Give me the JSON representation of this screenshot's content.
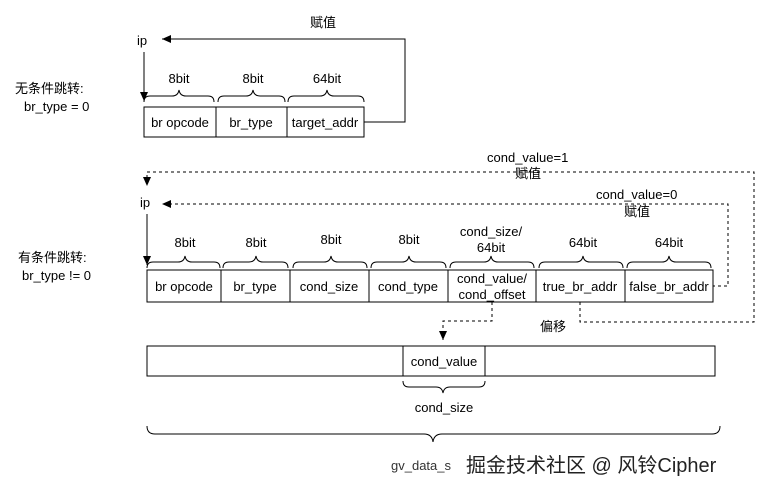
{
  "unconditional": {
    "title_line1": "无条件跳转:",
    "title_line2": "br_type = 0",
    "ip_label": "ip",
    "assign_label": "赋值",
    "fields": [
      {
        "label": "br opcode",
        "width": "8bit"
      },
      {
        "label": "br_type",
        "width": "8bit"
      },
      {
        "label": "target_addr",
        "width": "64bit"
      }
    ]
  },
  "conditional": {
    "title_line1": "有条件跳转:",
    "title_line2": "br_type != 0",
    "ip_label": "ip",
    "true_note": "cond_value=1",
    "true_assign": "赋值",
    "false_note": "cond_value=0",
    "false_assign": "赋值",
    "fields": [
      {
        "label": "br opcode",
        "width": "8bit"
      },
      {
        "label": "br_type",
        "width": "8bit"
      },
      {
        "label": "cond_size",
        "width": "8bit"
      },
      {
        "label": "cond_type",
        "width": "8bit"
      },
      {
        "label_line1": "cond_value/",
        "label_line2": "cond_offset",
        "width_line1": "cond_size/",
        "width_line2": "64bit"
      },
      {
        "label": "true_br_addr",
        "width": "64bit"
      },
      {
        "label": "false_br_addr",
        "width": "64bit"
      }
    ],
    "offset_label": "偏移"
  },
  "data_segment": {
    "cell_label": "cond_value",
    "cell_size_label": "cond_size",
    "name_label": "gv_data_s"
  },
  "watermark": "掘金技术社区 @ 风铃Cipher"
}
